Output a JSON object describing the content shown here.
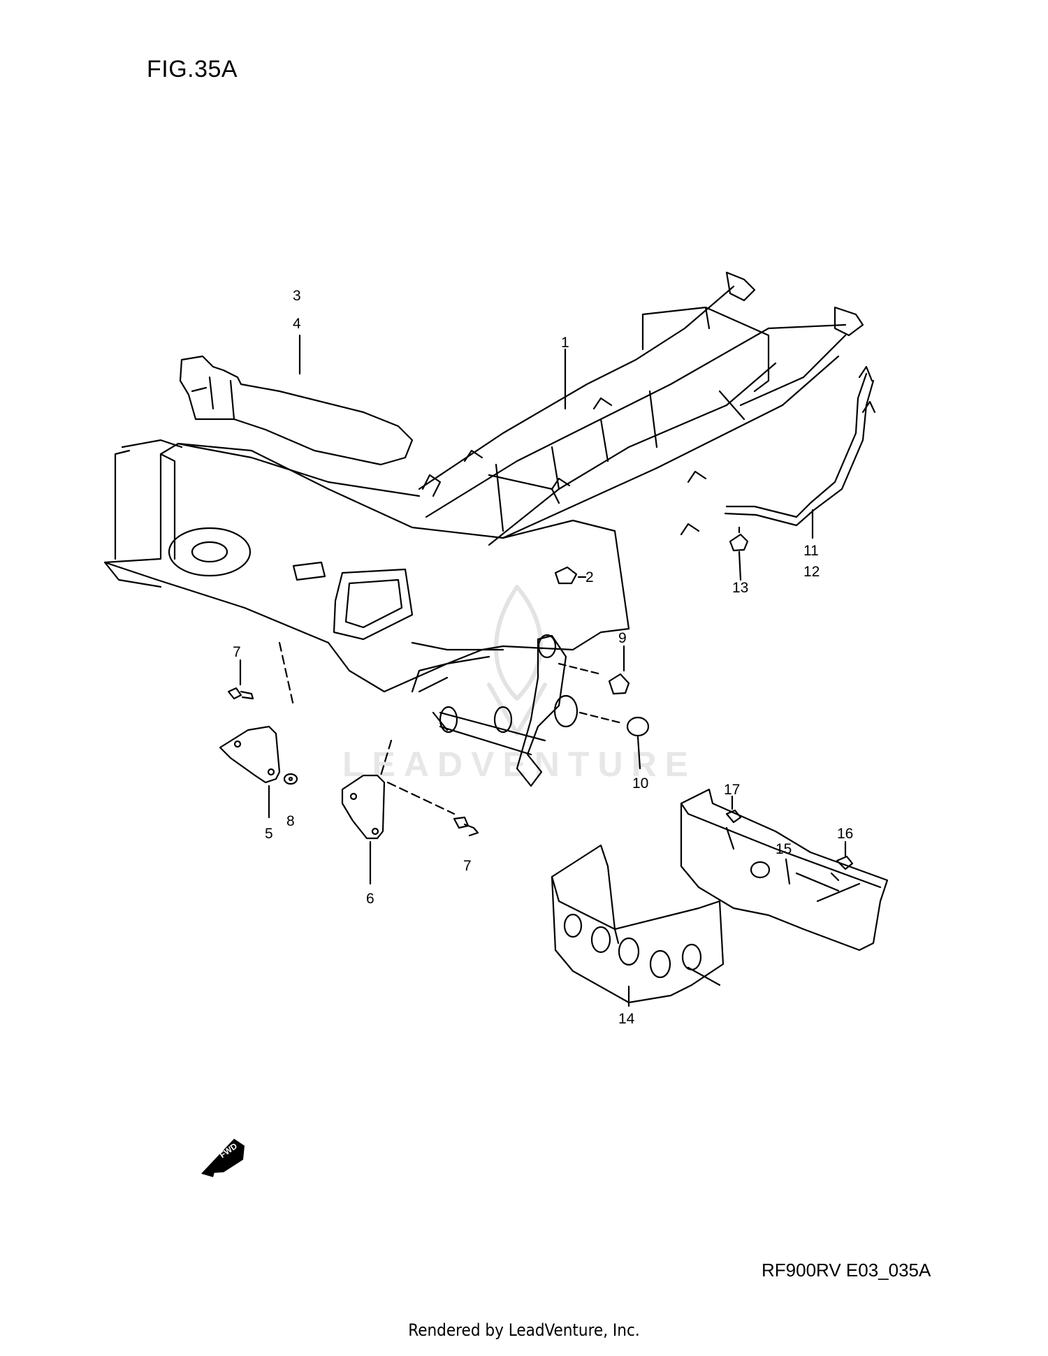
{
  "figure_title": "FIG.35A",
  "diagram_code": "RF900RV E03_035A",
  "footer": "Rendered by LeadVenture, Inc.",
  "watermark": "LEADVENTURE",
  "forward_marker": "FWD",
  "callouts": {
    "c1": "1",
    "c2": "2",
    "c3": "3",
    "c4": "4",
    "c5": "5",
    "c6": "6",
    "c7a": "7",
    "c7b": "7",
    "c8": "8",
    "c9": "9",
    "c10": "10",
    "c11": "11",
    "c12": "12",
    "c13": "13",
    "c14": "14",
    "c15": "15",
    "c16": "16",
    "c17": "17"
  }
}
